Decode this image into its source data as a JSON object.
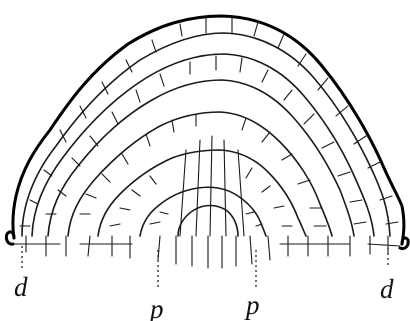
{
  "figure": {
    "labels": {
      "d_left": "d",
      "p_left": "p",
      "p_right": "p",
      "d_right": "d"
    }
  }
}
